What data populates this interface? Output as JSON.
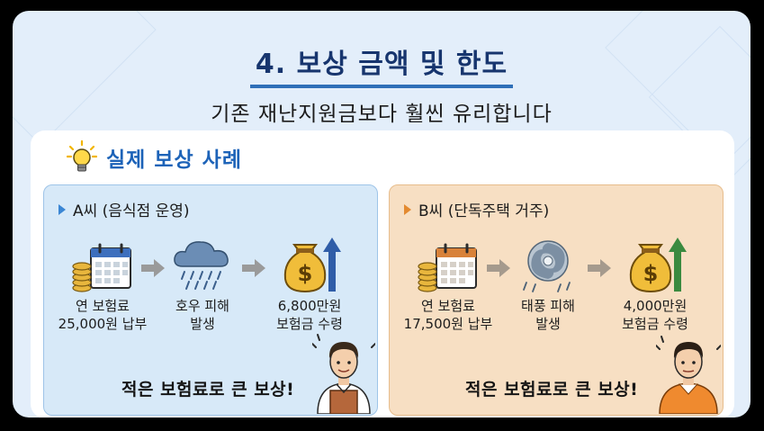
{
  "header": {
    "title": "4. 보상 금액 및 한도",
    "subtitle": "기존 재난지원금보다 훨씬 유리합니다"
  },
  "section": {
    "title": "실제 보상 사례",
    "icon": "lightbulb-icon"
  },
  "cases": [
    {
      "title": "A씨 (음식점 운영)",
      "premium_line1": "연 보험료",
      "premium_line2": "25,000원 납부",
      "damage_line1": "호우 피해",
      "damage_line2": "발생",
      "payout_line1": "6,800만원",
      "payout_line2": "보험금 수령",
      "slogan": "적은 보험료로 큰 보상!",
      "damage_icon": "rain-cloud-icon",
      "accent": "#3a86d4"
    },
    {
      "title": "B씨 (단독주택 거주)",
      "premium_line1": "연 보험료",
      "premium_line2": "17,500원 납부",
      "damage_line1": "태풍 피해",
      "damage_line2": "발생",
      "payout_line1": "4,000만원",
      "payout_line2": "보험금 수령",
      "slogan": "적은 보험료로 큰 보상!",
      "damage_icon": "typhoon-icon",
      "accent": "#e38a30"
    }
  ],
  "colors": {
    "title": "#17356e",
    "section_title": "#1d63b8",
    "panel_a": "#d7e9f8",
    "panel_b": "#f7dfc3"
  }
}
